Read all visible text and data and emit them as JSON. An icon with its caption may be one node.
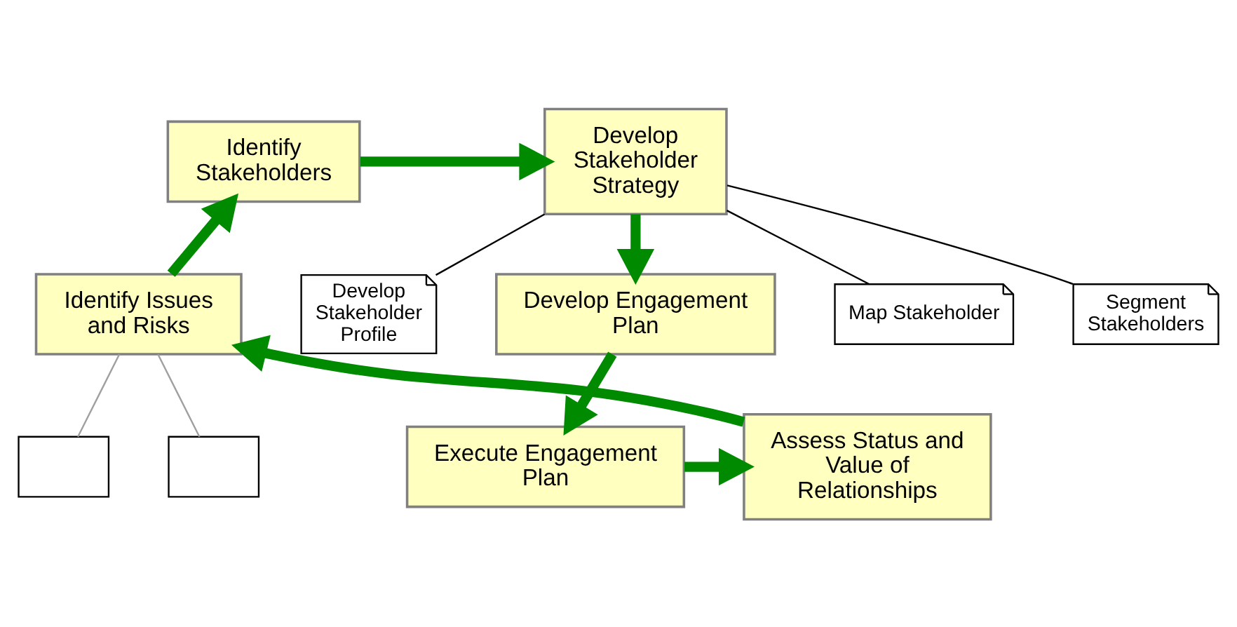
{
  "diagram": {
    "nodes": [
      {
        "text": [
          "Identify Stakeholders"
        ]
      },
      {
        "text": [
          "Develop Stakeholder Strategy"
        ]
      },
      {
        "text": [
          "Map Stakeholder"
        ]
      },
      {
        "text": [
          "Segment Stakeholders"
        ]
      },
      {
        "text": [
          "Develop Stakeholder Profile"
        ]
      },
      {
        "text": [
          "Develop Engagement Plan"
        ]
      },
      {
        "text": [
          "Execute Engagement Plan"
        ]
      },
      {
        "text": [
          "Assess Status and Value of Relationships"
        ]
      },
      {
        "text": [
          "Identify Issues and Risks"
        ]
      },
      {
        "text": [],
        "shape": "box"
      },
      {
        "text": [],
        "shape": "box"
      }
    ],
    "edges": [
      {
        "from": 0,
        "to": 1,
        "arrow": "to"
      },
      {
        "from": 1,
        "to": 2,
        "arrow": "none",
        "color": "#000000"
      },
      {
        "from": 1,
        "to": 3,
        "arrow": "none",
        "color": "#000000"
      },
      {
        "from": 1,
        "to": 4,
        "arrow": "none",
        "color": "#000000"
      },
      {
        "from": 1,
        "to": 5,
        "arrow": "to"
      },
      {
        "from": 5,
        "to": 6,
        "arrow": "to"
      },
      {
        "from": 6,
        "to": 7,
        "arrow": "to"
      },
      {
        "from": 7,
        "to": 8,
        "arrow": "to"
      },
      {
        "from": 8,
        "to": 0,
        "arrow": "to"
      },
      {
        "from": 8,
        "to": 9,
        "arrow": "none",
        "color": "#a0a0a0"
      },
      {
        "from": 8,
        "to": 10,
        "arrow": "none",
        "color": "#a0a0a0"
      }
    ]
  }
}
